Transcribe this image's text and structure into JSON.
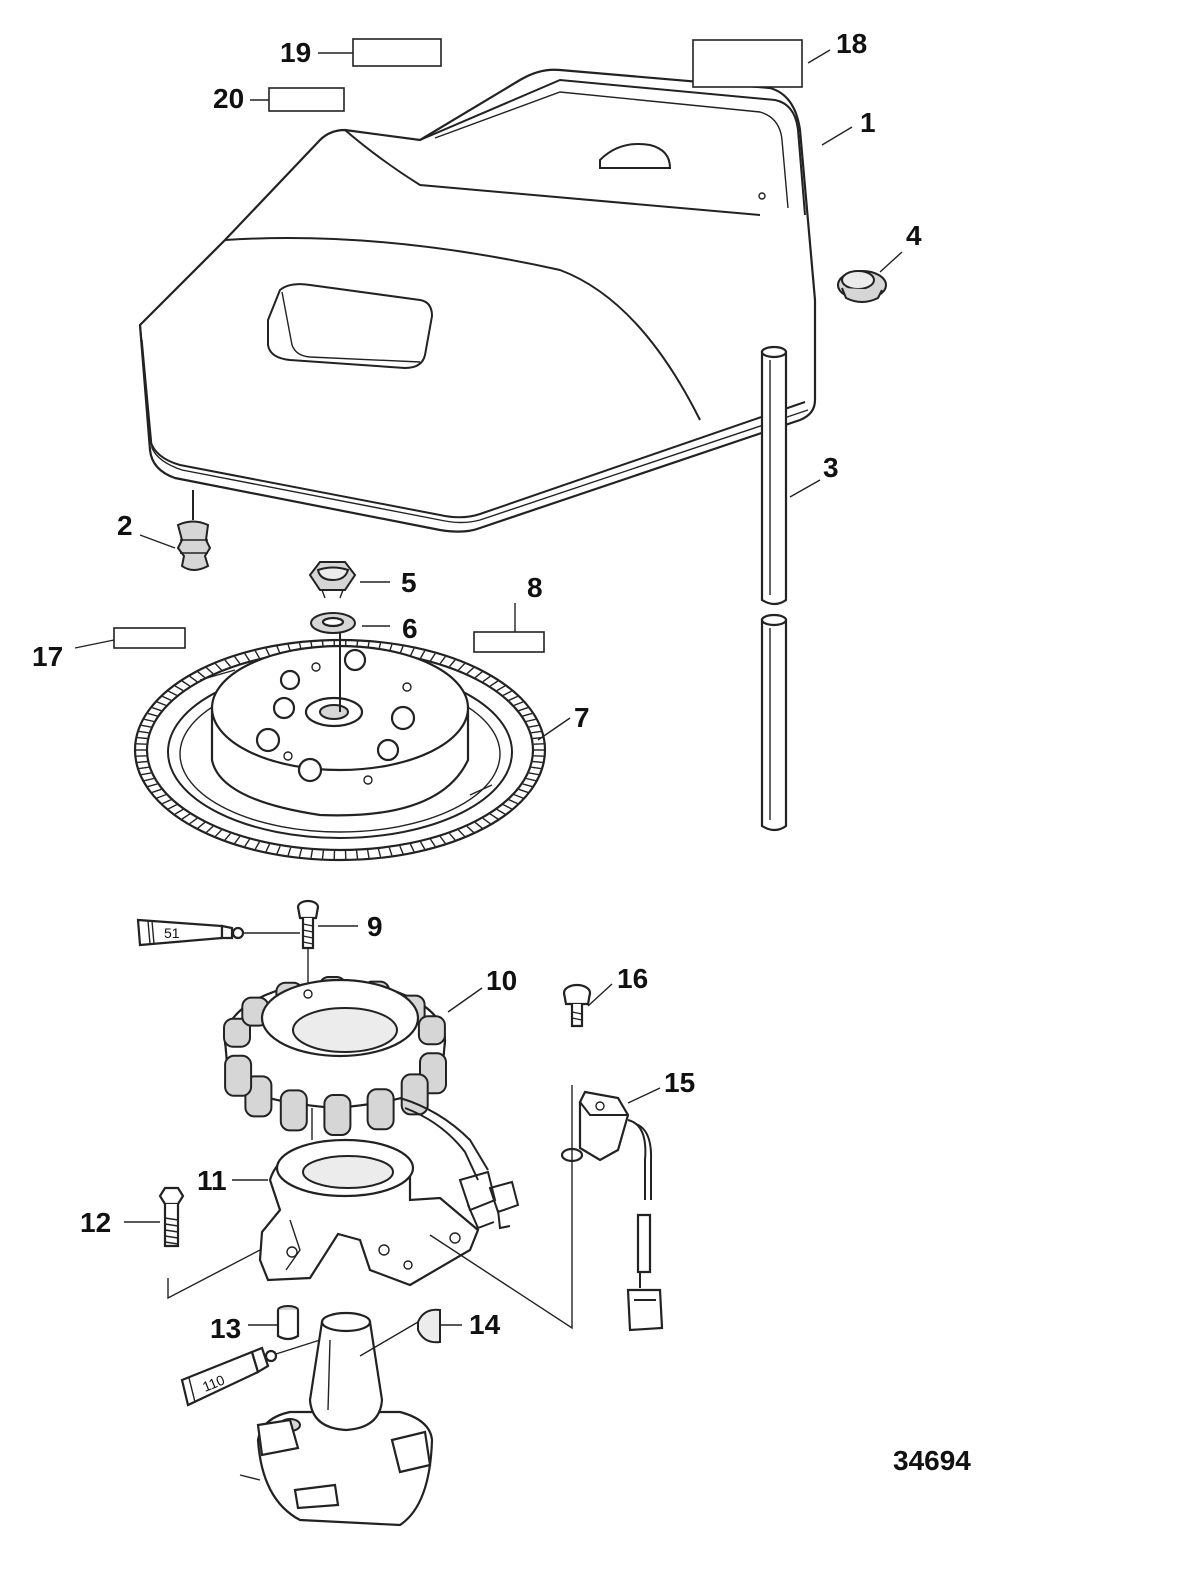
{
  "callouts": {
    "c1": "1",
    "c2": "2",
    "c3": "3",
    "c4": "4",
    "c5": "5",
    "c6": "6",
    "c7": "7",
    "c8": "8",
    "c9": "9",
    "c10": "10",
    "c11": "11",
    "c12": "12",
    "c13": "13",
    "c14": "14",
    "c15": "15",
    "c16": "16",
    "c17": "17",
    "c18": "18",
    "c19": "19",
    "c20": "20"
  },
  "tubes": {
    "sealant_51": "51",
    "lubricant_110": "110"
  },
  "drawing_number": "34694",
  "colors": {
    "line": "#222222",
    "part_fill": "#ffffff",
    "shade": "#d6d6d6"
  }
}
